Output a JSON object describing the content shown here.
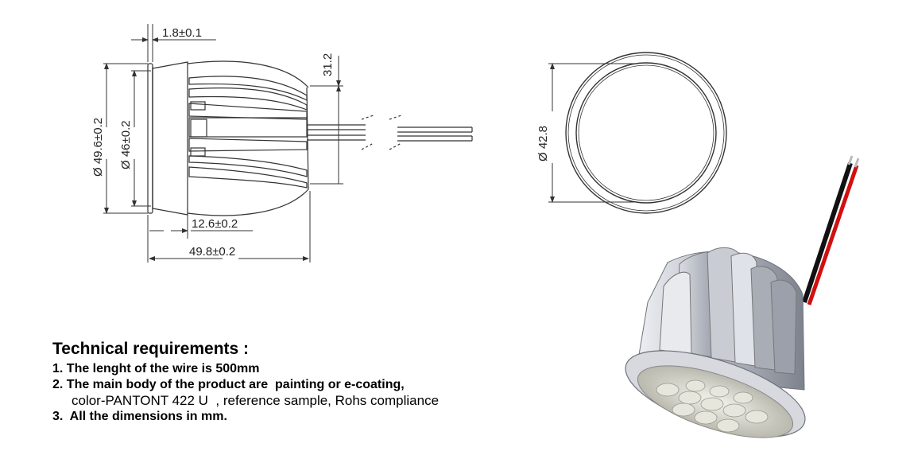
{
  "dimensions": {
    "flange_thickness": "1.8±0.1",
    "body_height": "31.2",
    "outer_diameter": "Ø 49.6±0.2",
    "inner_diameter": "Ø 46±0.2",
    "flange_offset": "12.6±0.2",
    "overall_length": "49.8±0.2",
    "end_diameter": "Ø 42.8"
  },
  "technical": {
    "title": "Technical requirements :",
    "line1": "1. The lenght of the wire is 500mm",
    "line2": "2. The main body of the product are  painting or e-coating,",
    "line2b": "color-PANTONT 422 U  , reference sample, Rohs compliance",
    "line3": "3.  All the dimensions in mm."
  },
  "colors": {
    "line": "#333333",
    "wire_red": "#d01010",
    "wire_black": "#111111",
    "body_grey": "#b8bcc6"
  }
}
